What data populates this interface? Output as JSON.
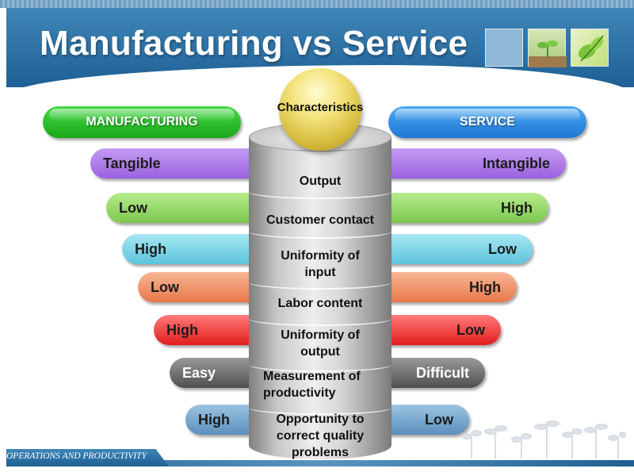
{
  "title": "Manufacturing vs Service",
  "center_label": "Characteristics",
  "left_header": "MANUFACTURING",
  "right_header": "SERVICE",
  "footer": "OPERATIONS AND PRODUCTIVITY",
  "colors": {
    "header_blue": "#2c6fa3",
    "manufacturing_pill": "#22c222",
    "service_pill": "#2f8ee8",
    "sphere_gold": "#e0c64a"
  },
  "rows": [
    {
      "characteristic": "Output",
      "manufacturing": "Tangible",
      "service": "Intangible",
      "color": "#a472e6"
    },
    {
      "characteristic": "Customer contact",
      "manufacturing": "Low",
      "service": "High",
      "color": "#8ed463"
    },
    {
      "characteristic": "Uniformity of input",
      "manufacturing": "High",
      "service": "Low",
      "color": "#6fd0e2"
    },
    {
      "characteristic": "Labor content",
      "manufacturing": "Low",
      "service": "High",
      "color": "#f08a5c"
    },
    {
      "characteristic": "Uniformity of output",
      "manufacturing": "High",
      "service": "Low",
      "color": "#f43a3a"
    },
    {
      "characteristic": "Measurement of productivity",
      "manufacturing": "Easy",
      "service": "Difficult",
      "color": "#6a6a6a"
    },
    {
      "characteristic": "Opportunity to correct quality problems",
      "manufacturing": "High",
      "service": "Low",
      "color": "#6a9dc6"
    }
  ]
}
